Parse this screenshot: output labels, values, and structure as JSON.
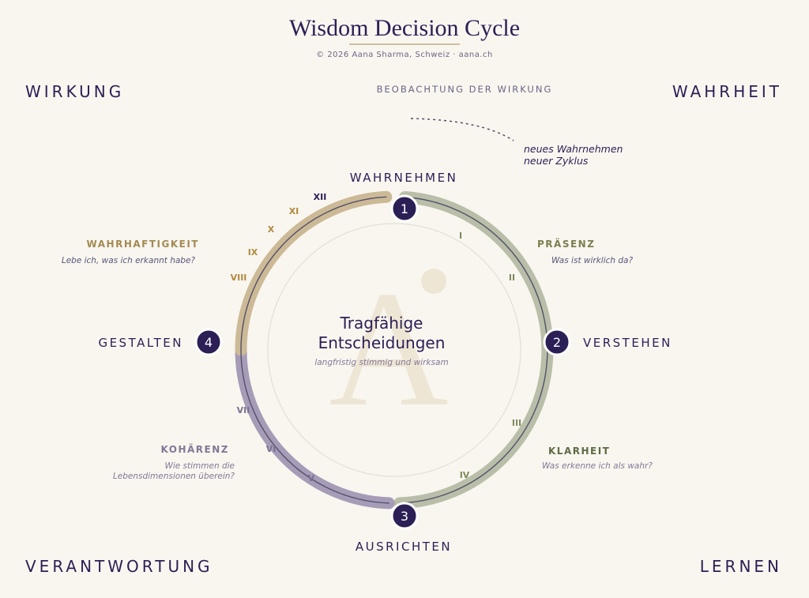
{
  "header": {
    "title": "Wisdom Decision Cycle",
    "subtitle": "© 2026 Aana Sharma, Schweiz · aana.ch"
  },
  "corners": {
    "top_left": "WIRKUNG",
    "top_right": "WAHRHEIT",
    "bottom_left": "VERANTWORTUNG",
    "bottom_right": "LERNEN"
  },
  "observation": {
    "label": "BEOBACHTUNG DER WIRKUNG",
    "note_line1": "neues Wahrnehmen",
    "note_line2": "neuer Zyklus"
  },
  "stages": [
    {
      "number": "1",
      "label": "WAHRNEHMEN"
    },
    {
      "number": "2",
      "label": "VERSTEHEN"
    },
    {
      "number": "3",
      "label": "AUSRICHTEN"
    },
    {
      "number": "4",
      "label": "GESTALTEN"
    }
  ],
  "qualities": [
    {
      "title": "PRÄSENZ",
      "question": "Was ist wirklich da?",
      "color": "#7a7e4e"
    },
    {
      "title": "KLARHEIT",
      "question": "Was erkenne ich als wahr?",
      "color": "#5e6b45"
    },
    {
      "title": "KOHÄRENZ",
      "question_line1": "Wie stimmen die",
      "question_line2": "Lebensdimensionen überein?",
      "color": "#837796"
    },
    {
      "title": "WAHRHAFTIGKEIT",
      "question": "Lebe ich, was ich erkannt habe?",
      "color": "#a38a52"
    }
  ],
  "numerals": {
    "green": [
      "I",
      "II",
      "III",
      "IV"
    ],
    "purple": [
      "V",
      "VI",
      "VII"
    ],
    "gold": [
      "VIII",
      "IX",
      "X",
      "XI"
    ],
    "dark": [
      "XII"
    ]
  },
  "center": {
    "line1": "Tragfähige",
    "line2": "Entscheidungen",
    "sub": "langfristig stimmig und wirksam",
    "watermark": "A"
  },
  "colors": {
    "background": "#f9f6f0",
    "primary": "#2b1f55",
    "green_arc": "#b9bea8",
    "purple_arc": "#a79cb7",
    "gold_arc": "#ccb996",
    "inner_line": "#54506b"
  }
}
